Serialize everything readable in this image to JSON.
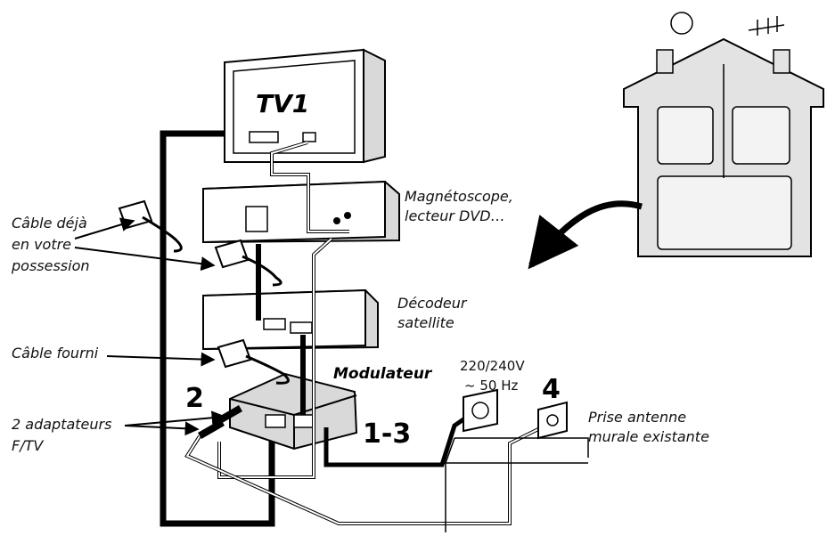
{
  "screen": {
    "label": "TV1"
  },
  "labels": {
    "vcr_line1": "Magnétoscope,",
    "vcr_line2": "lecteur DVD…",
    "cable_own_line1": "Câble déjà",
    "cable_own_line2": "en votre",
    "cable_own_line3": "possession",
    "decoder_line1": "Décodeur",
    "decoder_line2": "satellite",
    "cable_supplied": "Câble fourni",
    "modulator": "Modulateur",
    "voltage_line1": "220/240V",
    "voltage_line2": "~ 50 Hz",
    "adapters_line1": "2 adaptateurs",
    "adapters_line2": "F/TV",
    "antenna_line1": "Prise antenne",
    "antenna_line2": "murale existante"
  },
  "steps": {
    "step_2": "2",
    "step_13": "1-3",
    "step_4": "4"
  },
  "colors": {
    "line": "#000000",
    "device_fill": "#ffffff",
    "device_shade": "#d9d9d9",
    "house_fill": "#e3e3e3",
    "room_fill": "#f3f3f3"
  }
}
